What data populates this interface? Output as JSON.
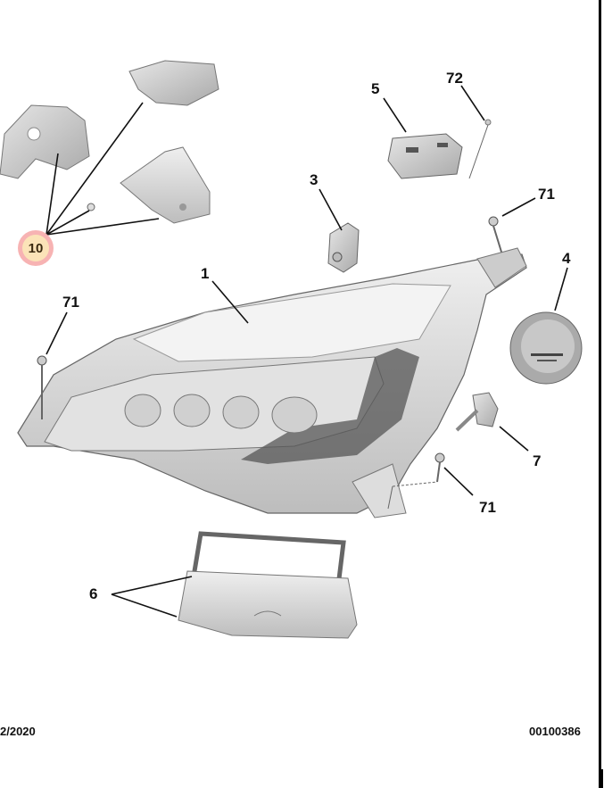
{
  "diagram": {
    "type": "exploded-parts-diagram",
    "subject": "headlamp assembly",
    "highlighted_callout": "10",
    "highlight_colors": {
      "ring": "#f7b3b3",
      "fill": "#fbe3b8"
    },
    "callouts": [
      {
        "id": "c1",
        "label": "1",
        "part": "headlamp unit"
      },
      {
        "id": "c3",
        "label": "3",
        "part": "actuator motor"
      },
      {
        "id": "c4",
        "label": "4",
        "part": "round cover cap"
      },
      {
        "id": "c5",
        "label": "5",
        "part": "control module"
      },
      {
        "id": "c6",
        "label": "6",
        "part": "rear cover with seal"
      },
      {
        "id": "c7",
        "label": "7",
        "part": "bulb"
      },
      {
        "id": "c10",
        "label": "10",
        "part": "mounting brackets"
      },
      {
        "id": "c71a",
        "label": "71",
        "part": "screw (upper right)"
      },
      {
        "id": "c71b",
        "label": "71",
        "part": "screw (left)"
      },
      {
        "id": "c71c",
        "label": "71",
        "part": "screw (lower)"
      },
      {
        "id": "c72",
        "label": "72",
        "part": "screw"
      }
    ]
  },
  "footer": {
    "date": "2/2020",
    "reference": "00100386"
  }
}
